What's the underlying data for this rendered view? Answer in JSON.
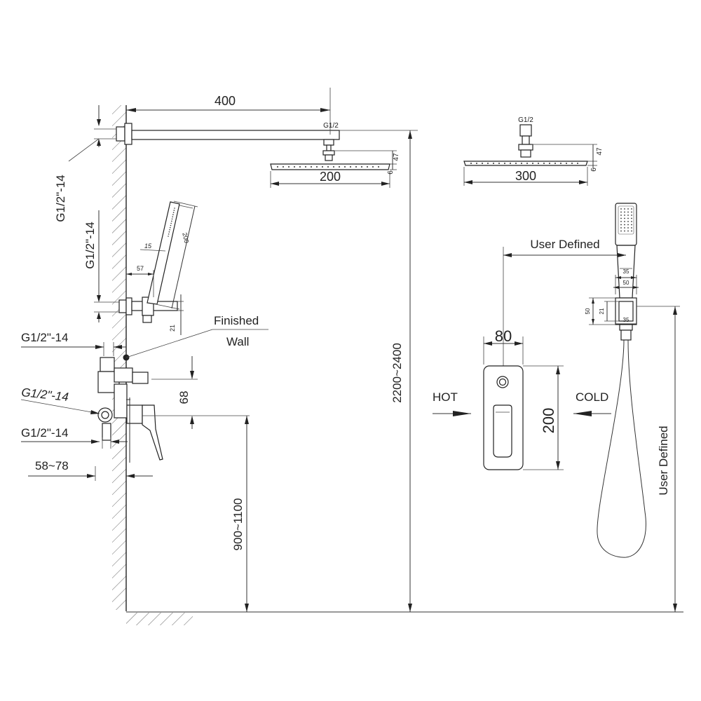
{
  "dimensions": {
    "arm_length": "400",
    "thread_arm_inlet": "G1/2\"-14",
    "thread_handshower_inlet": "G1/2\"-14",
    "thread_top_outlet": "G1/2\"-14",
    "thread_valve_left": "G1/2\"-14",
    "thread_valve_bottom": "G1/2\"-14",
    "head_left_thread": "G1/2",
    "head_left_width": "200",
    "head_left_height": "47",
    "head_left_thickness": "6",
    "head_right_thread": "G1/2",
    "head_right_width": "300",
    "head_right_height": "47",
    "head_right_thickness": "6",
    "handheld_len": "200",
    "handheld_width": "15",
    "holder_projection": "57",
    "holder_height": "21",
    "valve_offset": "68",
    "wall_depth": "58~78",
    "valve_height": "900~1100",
    "shower_height": "2200~2400",
    "plate_width": "80",
    "plate_height": "200",
    "user_defined_h": "User Defined",
    "user_defined_v": "User Defined",
    "holder_w35_top": "35",
    "holder_w50": "50",
    "holder_h50": "50",
    "holder_h21": "21",
    "holder_w35_bottom": "35"
  },
  "labels": {
    "finished": "Finished",
    "wall": "Wall",
    "hot": "HOT",
    "cold": "COLD"
  }
}
